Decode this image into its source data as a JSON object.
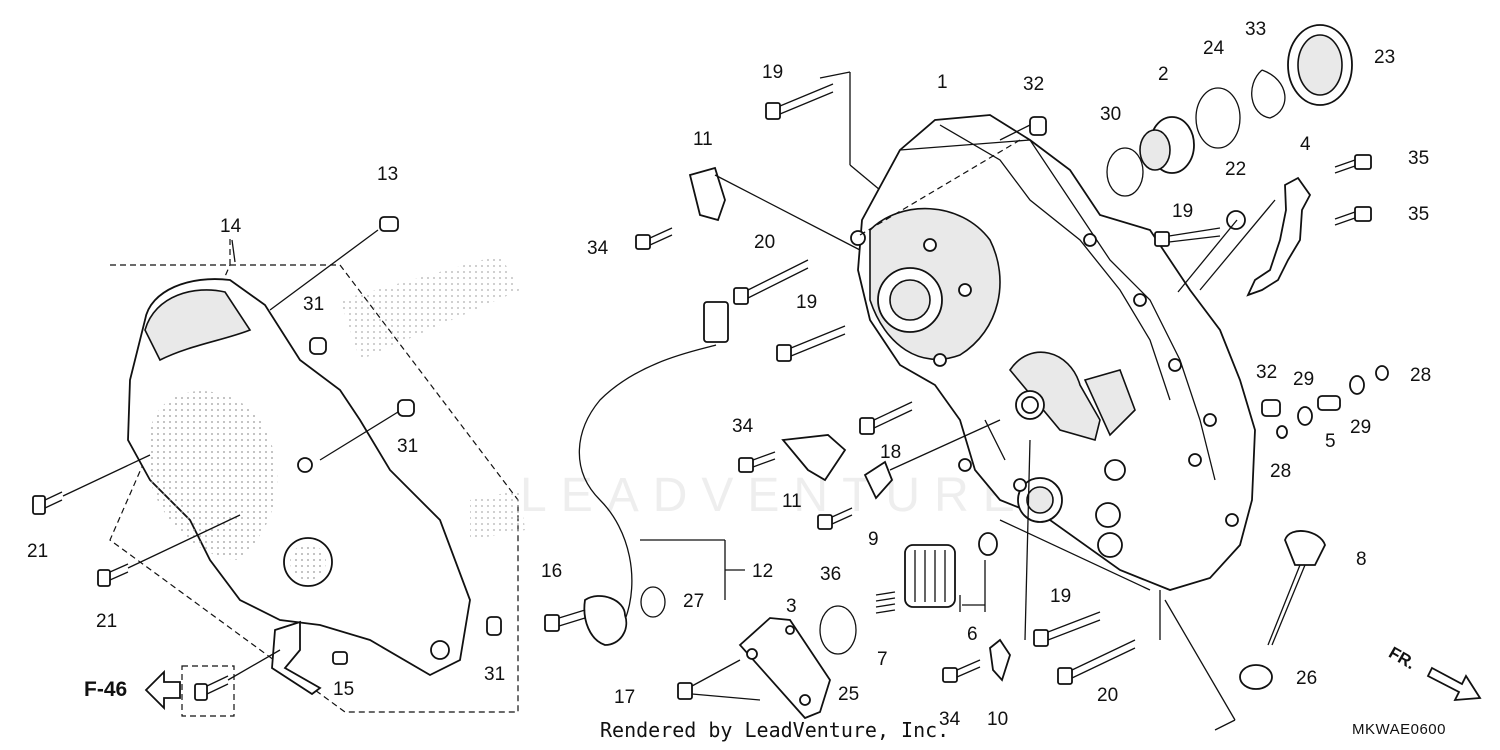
{
  "diagram": {
    "watermark": "LEADVENTURE",
    "footer": "Rendered by LeadVenture, Inc.",
    "diagram_code": "MKWAE0600",
    "page_ref": "F-46",
    "direction_label": "FR.",
    "callouts": {
      "c1": "1",
      "c2": "2",
      "c3": "3",
      "c4": "4",
      "c5": "5",
      "c6": "6",
      "c7": "7",
      "c8": "8",
      "c9": "9",
      "c10": "10",
      "c11a": "11",
      "c11b": "11",
      "c12": "12",
      "c13": "13",
      "c14": "14",
      "c15": "15",
      "c16": "16",
      "c17": "17",
      "c18": "18",
      "c19a": "19",
      "c19b": "19",
      "c19c": "19",
      "c19d": "19",
      "c20a": "20",
      "c20b": "20",
      "c21a": "21",
      "c21b": "21",
      "c22": "22",
      "c23": "23",
      "c24": "24",
      "c25": "25",
      "c26": "26",
      "c27": "27",
      "c28a": "28",
      "c28b": "28",
      "c29a": "29",
      "c29b": "29",
      "c30": "30",
      "c31a": "31",
      "c31b": "31",
      "c31c": "31",
      "c32a": "32",
      "c32b": "32",
      "c33": "33",
      "c34a": "34",
      "c34b": "34",
      "c34c": "34",
      "c35a": "35",
      "c35b": "35",
      "c36": "36"
    }
  }
}
